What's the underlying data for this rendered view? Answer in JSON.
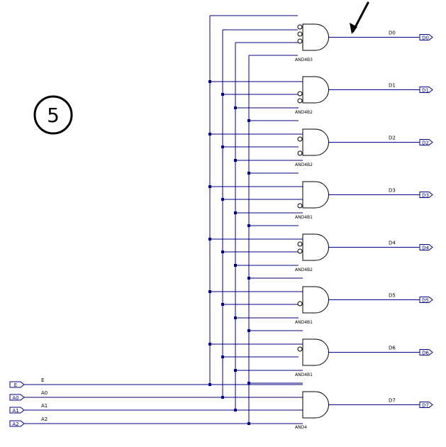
{
  "circle_label": "5",
  "inputs": [
    {
      "port": "E",
      "net": "E"
    },
    {
      "port": "A0",
      "net": "A0"
    },
    {
      "port": "A1",
      "net": "A1"
    },
    {
      "port": "A2",
      "net": "A2"
    }
  ],
  "gates": [
    {
      "type": "AND4B3",
      "output": "D0",
      "inverted": [
        true,
        true,
        true,
        false
      ]
    },
    {
      "type": "AND4B2",
      "output": "D1",
      "inverted": [
        false,
        false,
        true,
        true
      ]
    },
    {
      "type": "AND4B2",
      "output": "D2",
      "inverted": [
        false,
        true,
        false,
        true
      ]
    },
    {
      "type": "AND4B1",
      "output": "D3",
      "inverted": [
        false,
        false,
        false,
        true
      ]
    },
    {
      "type": "AND4B2",
      "output": "D4",
      "inverted": [
        false,
        true,
        true,
        false
      ]
    },
    {
      "type": "AND4B1",
      "output": "D5",
      "inverted": [
        false,
        false,
        true,
        false
      ]
    },
    {
      "type": "AND4B1",
      "output": "D6",
      "inverted": [
        false,
        true,
        false,
        false
      ]
    },
    {
      "type": "AND4",
      "output": "D7",
      "inverted": [
        false,
        false,
        false,
        false
      ]
    }
  ],
  "colors": {
    "wire": "#000080",
    "ink": "#000000",
    "background": "#ffffff"
  },
  "annotation": "arrow pointing to D0 output"
}
